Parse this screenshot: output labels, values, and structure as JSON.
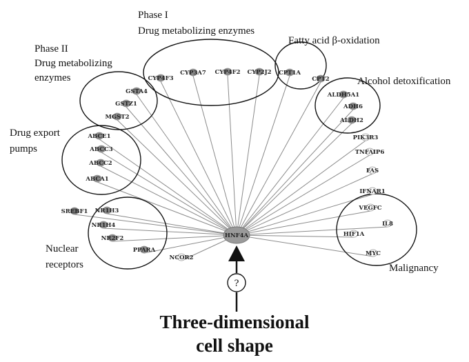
{
  "groups": [
    {
      "id": "phase1",
      "lines": [
        "Phase I",
        "Drug metabolizing enzymes"
      ]
    },
    {
      "id": "phase2",
      "lines": [
        "Phase II",
        "Drug metabolizing",
        "enzymes"
      ]
    },
    {
      "id": "fatty",
      "lines": [
        "Fatty acid β-oxidation"
      ]
    },
    {
      "id": "alcohol",
      "lines": [
        "Alcohol detoxification"
      ]
    },
    {
      "id": "export",
      "lines": [
        "Drug export",
        "pumps"
      ]
    },
    {
      "id": "nuclear",
      "lines": [
        "Nuclear",
        "receptors"
      ]
    },
    {
      "id": "malig",
      "lines": [
        "Malignancy"
      ]
    }
  ],
  "center": {
    "label": "HNF4A"
  },
  "genes": [
    "CYP4F3",
    "CYP3A7",
    "CYP4F2",
    "CYP2J2",
    "CPT1A",
    "CPT2",
    "ALDH5A1",
    "ADH6",
    "ALDH2",
    "GSTA4",
    "GSTZ1",
    "MGST2",
    "ABCE1",
    "ABCC3",
    "ABCC2",
    "ABCA1",
    "PIK3R3",
    "TNFAIP6",
    "FAS",
    "IFNAR1",
    "VEGFC",
    "IL8",
    "HIF1A",
    "MYC",
    "SREBF1",
    "NR1H3",
    "NR1H4",
    "NR2F2",
    "PPARA",
    "NCOR2"
  ],
  "question": "?",
  "title_lines": [
    "Three-dimensional",
    "cell shape"
  ]
}
